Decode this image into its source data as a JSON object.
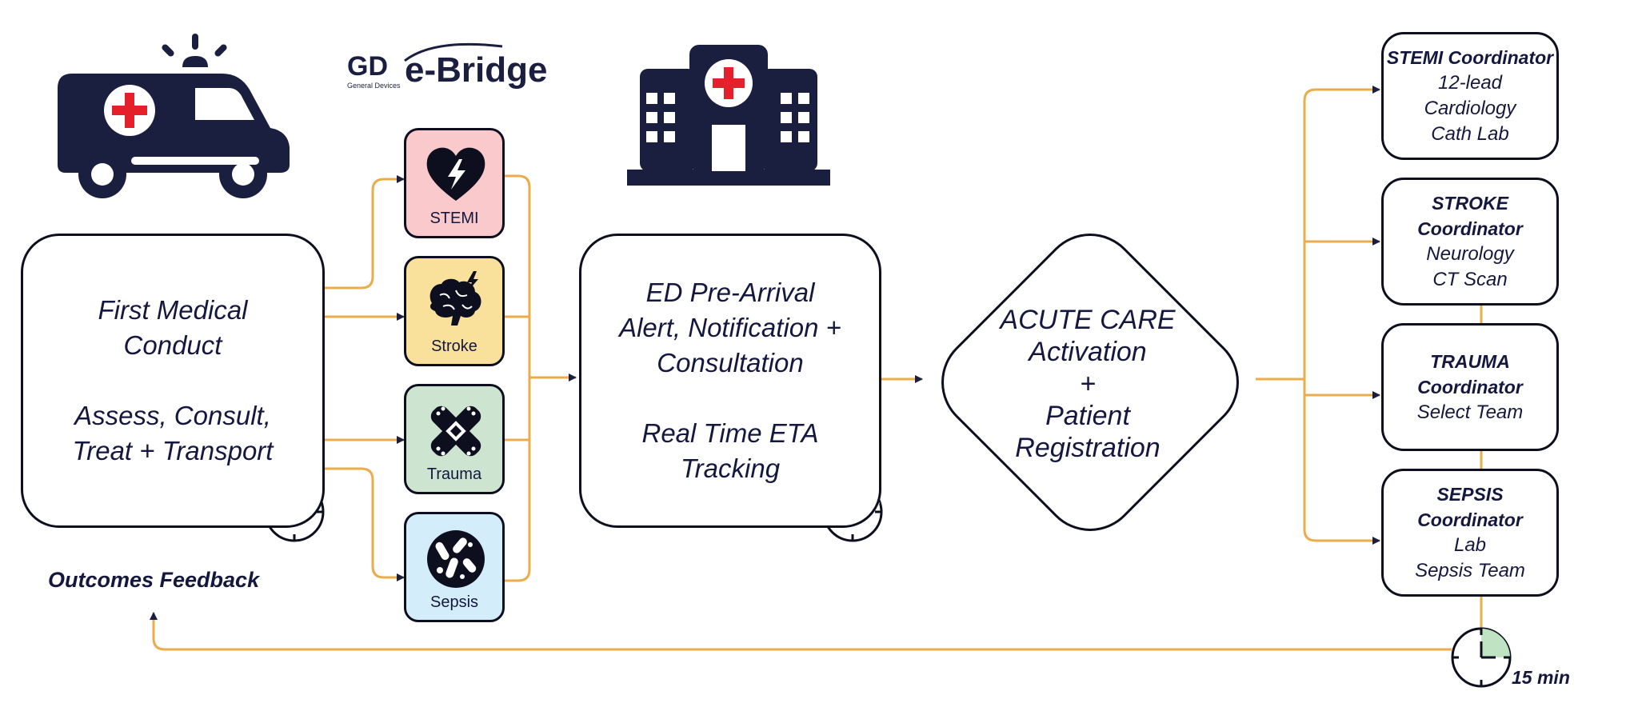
{
  "logo": {
    "main": "e-Bridge",
    "mark": "GD",
    "tagline": "General Devices"
  },
  "first_medical": {
    "line1": "First Medical",
    "line2": "Conduct",
    "line3": "Assess, Consult,",
    "line4": "Treat + Transport"
  },
  "categories": [
    {
      "label": "STEMI",
      "icon": "heart-bolt-icon",
      "color": "#f9c9cb"
    },
    {
      "label": "Stroke",
      "icon": "brain-bolt-icon",
      "color": "#f9e09b"
    },
    {
      "label": "Trauma",
      "icon": "bandage-icon",
      "color": "#cde5d0"
    },
    {
      "label": "Sepsis",
      "icon": "bacteria-icon",
      "color": "#d3edfb"
    }
  ],
  "ed_alert": {
    "line1": "ED Pre-Arrival",
    "line2": "Alert, Notification +",
    "line3": "Consultation",
    "line4": "Real Time ETA",
    "line5": "Tracking"
  },
  "acute_care": {
    "line1": "ACUTE CARE",
    "line2": "Activation",
    "line3": "+",
    "line4": "Patient",
    "line5": "Registration"
  },
  "coordinators": [
    {
      "title": "STEMI Coordinator",
      "lines": [
        "12-lead",
        "Cardiology",
        "Cath Lab"
      ]
    },
    {
      "title": "STROKE Coordinator",
      "lines": [
        "Neurology",
        "CT Scan"
      ]
    },
    {
      "title": "TRAUMA Coordinator",
      "lines": [
        "Select Team"
      ]
    },
    {
      "title": "SEPSIS Coordinator",
      "lines": [
        "Lab",
        "Sepsis Team"
      ]
    }
  ],
  "outcomes_feedback": "Outcomes Feedback",
  "timer_label": "15 min",
  "colors": {
    "navy": "#1b1f3f",
    "connector": "#e9ae4b",
    "red": "#e4202a",
    "timer_fill": "#bfe3c3"
  }
}
